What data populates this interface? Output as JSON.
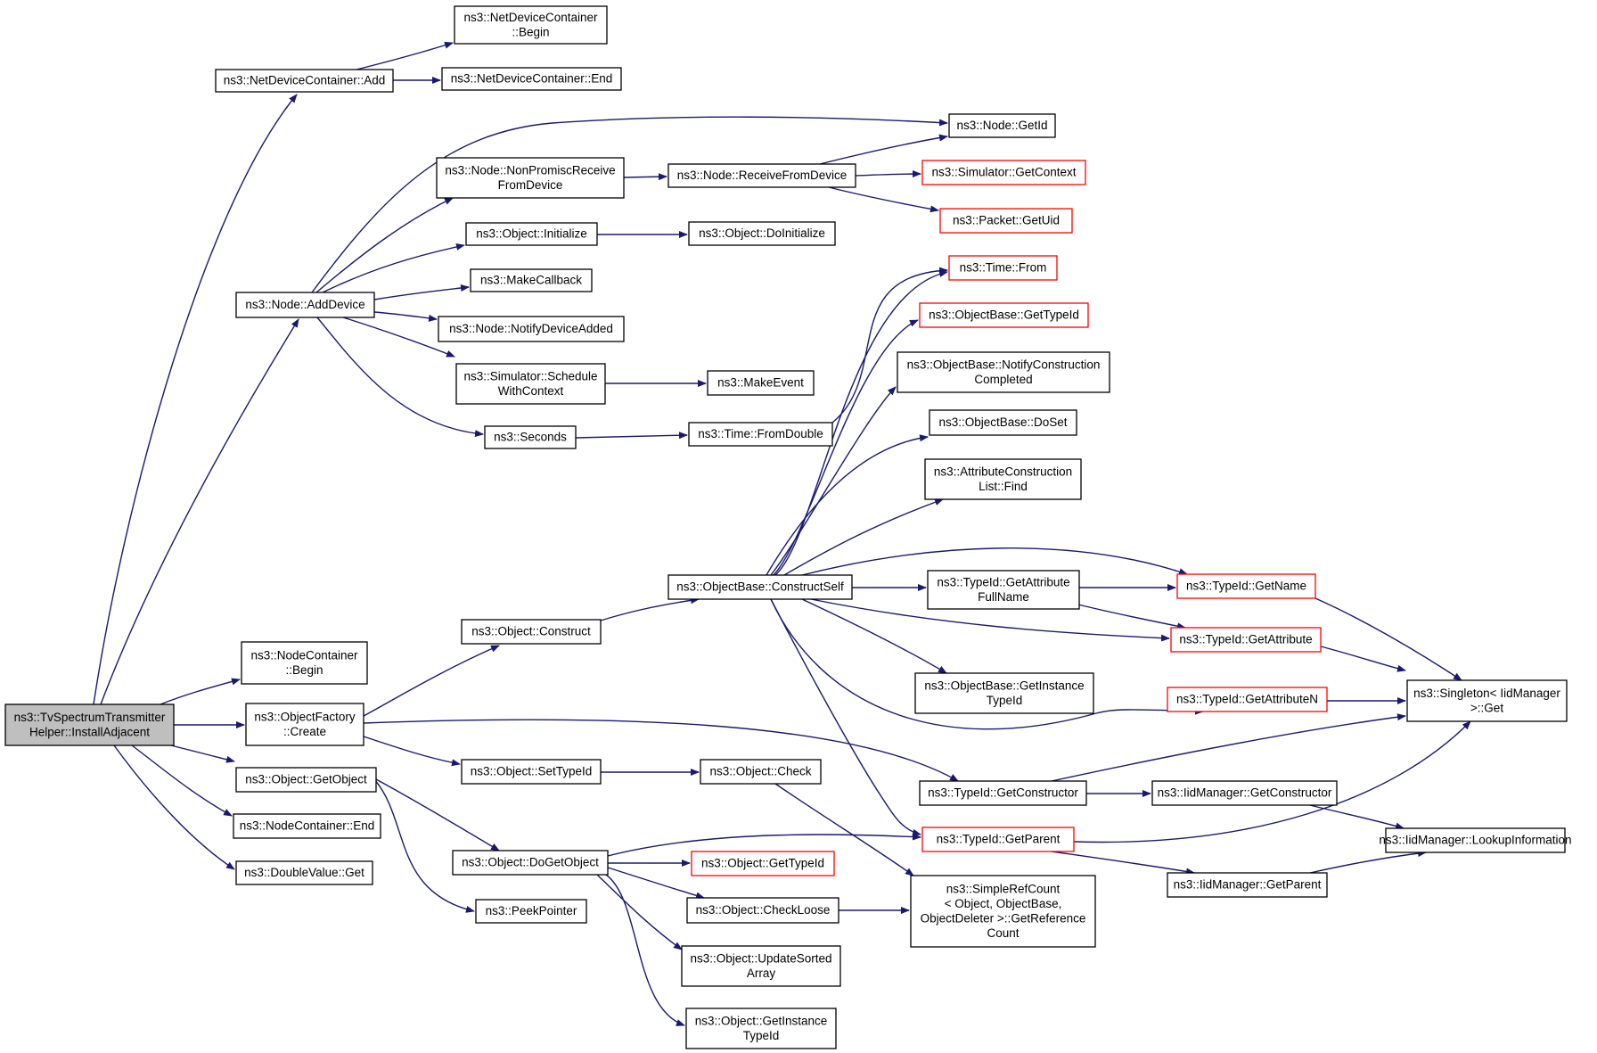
{
  "diagram": {
    "edge_color": "#191970",
    "node_border_color": "#000000",
    "truncated_node_border_color": "#ff0000",
    "root_fill_color": "#bfbfbf",
    "nodes": [
      {
        "id": "root",
        "lines": [
          "ns3::TvSpectrumTransmitter",
          "Helper::InstallAdjacent"
        ],
        "root": true
      },
      {
        "id": "ndcAdd",
        "lines": [
          "ns3::NetDeviceContainer::Add"
        ]
      },
      {
        "id": "ndcBegin",
        "lines": [
          "ns3::NetDeviceContainer",
          "::Begin"
        ]
      },
      {
        "id": "ndcEnd",
        "lines": [
          "ns3::NetDeviceContainer::End"
        ]
      },
      {
        "id": "nodeGetId",
        "lines": [
          "ns3::Node::GetId"
        ]
      },
      {
        "id": "nonPromisc",
        "lines": [
          "ns3::Node::NonPromiscReceive",
          "FromDevice"
        ]
      },
      {
        "id": "receiveFrom",
        "lines": [
          "ns3::Node::ReceiveFromDevice"
        ]
      },
      {
        "id": "simGetContext",
        "lines": [
          "ns3::Simulator::GetContext"
        ],
        "truncated": true
      },
      {
        "id": "packetGetUid",
        "lines": [
          "ns3::Packet::GetUid"
        ],
        "truncated": true
      },
      {
        "id": "objInitialize",
        "lines": [
          "ns3::Object::Initialize"
        ]
      },
      {
        "id": "objDoInitialize",
        "lines": [
          "ns3::Object::DoInitialize"
        ]
      },
      {
        "id": "makeCallback",
        "lines": [
          "ns3::MakeCallback"
        ]
      },
      {
        "id": "nodeAddDevice",
        "lines": [
          "ns3::Node::AddDevice"
        ]
      },
      {
        "id": "notifyDevAdded",
        "lines": [
          "ns3::Node::NotifyDeviceAdded"
        ]
      },
      {
        "id": "schedWithCtx",
        "lines": [
          "ns3::Simulator::Schedule",
          "WithContext"
        ]
      },
      {
        "id": "makeEvent",
        "lines": [
          "ns3::MakeEvent"
        ]
      },
      {
        "id": "seconds",
        "lines": [
          "ns3::Seconds"
        ]
      },
      {
        "id": "timeFromDouble",
        "lines": [
          "ns3::Time::FromDouble"
        ]
      },
      {
        "id": "timeFrom",
        "lines": [
          "ns3::Time::From"
        ],
        "truncated": true
      },
      {
        "id": "obGetTypeId",
        "lines": [
          "ns3::ObjectBase::GetTypeId"
        ],
        "truncated": true
      },
      {
        "id": "obNotify",
        "lines": [
          "ns3::ObjectBase::NotifyConstruction",
          "Completed"
        ]
      },
      {
        "id": "obDoSet",
        "lines": [
          "ns3::ObjectBase::DoSet"
        ]
      },
      {
        "id": "attrFind",
        "lines": [
          "ns3::AttributeConstruction",
          "List::Find"
        ]
      },
      {
        "id": "obConstructSelf",
        "lines": [
          "ns3::ObjectBase::ConstructSelf"
        ]
      },
      {
        "id": "tidGetAttrFull",
        "lines": [
          "ns3::TypeId::GetAttribute",
          "FullName"
        ]
      },
      {
        "id": "tidGetName",
        "lines": [
          "ns3::TypeId::GetName"
        ],
        "truncated": true
      },
      {
        "id": "tidGetAttr",
        "lines": [
          "ns3::TypeId::GetAttribute"
        ],
        "truncated": true
      },
      {
        "id": "ncBegin",
        "lines": [
          "ns3::NodeContainer",
          "::Begin"
        ]
      },
      {
        "id": "objConstruct",
        "lines": [
          "ns3::Object::Construct"
        ]
      },
      {
        "id": "obGetInstTid",
        "lines": [
          "ns3::ObjectBase::GetInstance",
          "TypeId"
        ]
      },
      {
        "id": "tidGetAttrN",
        "lines": [
          "ns3::TypeId::GetAttributeN"
        ],
        "truncated": true
      },
      {
        "id": "singletonGet",
        "lines": [
          "ns3::Singleton< IidManager",
          ">::Get"
        ]
      },
      {
        "id": "ofCreate",
        "lines": [
          "ns3::ObjectFactory",
          "::Create"
        ]
      },
      {
        "id": "objGetObject",
        "lines": [
          "ns3::Object::GetObject"
        ]
      },
      {
        "id": "objSetTypeId",
        "lines": [
          "ns3::Object::SetTypeId"
        ]
      },
      {
        "id": "objCheck",
        "lines": [
          "ns3::Object::Check"
        ]
      },
      {
        "id": "tidGetCtor",
        "lines": [
          "ns3::TypeId::GetConstructor"
        ]
      },
      {
        "id": "iidGetCtor",
        "lines": [
          "ns3::IidManager::GetConstructor"
        ]
      },
      {
        "id": "ncEnd",
        "lines": [
          "ns3::NodeContainer::End"
        ]
      },
      {
        "id": "tidGetParent",
        "lines": [
          "ns3::TypeId::GetParent"
        ],
        "truncated": true
      },
      {
        "id": "iidLookup",
        "lines": [
          "ns3::IidManager::LookupInformation"
        ]
      },
      {
        "id": "doubleGet",
        "lines": [
          "ns3::DoubleValue::Get"
        ]
      },
      {
        "id": "objDoGetObject",
        "lines": [
          "ns3::Object::DoGetObject"
        ]
      },
      {
        "id": "objGetTypeId",
        "lines": [
          "ns3::Object::GetTypeId"
        ],
        "truncated": true
      },
      {
        "id": "iidGetParent",
        "lines": [
          "ns3::IidManager::GetParent"
        ]
      },
      {
        "id": "simpleRefCount",
        "lines": [
          "ns3::SimpleRefCount",
          "< Object, ObjectBase,",
          "ObjectDeleter >::GetReference",
          "Count"
        ]
      },
      {
        "id": "peekPointer",
        "lines": [
          "ns3::PeekPointer"
        ]
      },
      {
        "id": "objCheckLoose",
        "lines": [
          "ns3::Object::CheckLoose"
        ]
      },
      {
        "id": "objUpdateSorted",
        "lines": [
          "ns3::Object::UpdateSorted",
          "Array"
        ]
      },
      {
        "id": "objGetInstTid",
        "lines": [
          "ns3::Object::GetInstance",
          "TypeId"
        ]
      }
    ],
    "edges": [
      {
        "from": "root",
        "to": "ndcAdd"
      },
      {
        "from": "root",
        "to": "nodeAddDevice"
      },
      {
        "from": "root",
        "to": "ncBegin"
      },
      {
        "from": "root",
        "to": "ofCreate"
      },
      {
        "from": "root",
        "to": "objGetObject"
      },
      {
        "from": "root",
        "to": "ncEnd"
      },
      {
        "from": "root",
        "to": "doubleGet"
      },
      {
        "from": "ndcAdd",
        "to": "ndcBegin"
      },
      {
        "from": "ndcAdd",
        "to": "ndcEnd"
      },
      {
        "from": "nodeAddDevice",
        "to": "nodeGetId"
      },
      {
        "from": "nodeAddDevice",
        "to": "nonPromisc"
      },
      {
        "from": "nodeAddDevice",
        "to": "objInitialize"
      },
      {
        "from": "nodeAddDevice",
        "to": "makeCallback"
      },
      {
        "from": "nodeAddDevice",
        "to": "notifyDevAdded"
      },
      {
        "from": "nodeAddDevice",
        "to": "schedWithCtx"
      },
      {
        "from": "nodeAddDevice",
        "to": "seconds"
      },
      {
        "from": "nonPromisc",
        "to": "receiveFrom"
      },
      {
        "from": "receiveFrom",
        "to": "nodeGetId"
      },
      {
        "from": "receiveFrom",
        "to": "simGetContext"
      },
      {
        "from": "receiveFrom",
        "to": "packetGetUid"
      },
      {
        "from": "objInitialize",
        "to": "objDoInitialize"
      },
      {
        "from": "schedWithCtx",
        "to": "makeEvent"
      },
      {
        "from": "seconds",
        "to": "timeFromDouble"
      },
      {
        "from": "timeFromDouble",
        "to": "timeFrom"
      },
      {
        "from": "ofCreate",
        "to": "objConstruct"
      },
      {
        "from": "ofCreate",
        "to": "objSetTypeId"
      },
      {
        "from": "ofCreate",
        "to": "tidGetCtor"
      },
      {
        "from": "objConstruct",
        "to": "obConstructSelf"
      },
      {
        "from": "obConstructSelf",
        "to": "timeFrom"
      },
      {
        "from": "obConstructSelf",
        "to": "obGetTypeId"
      },
      {
        "from": "obConstructSelf",
        "to": "obNotify"
      },
      {
        "from": "obConstructSelf",
        "to": "obDoSet"
      },
      {
        "from": "obConstructSelf",
        "to": "attrFind"
      },
      {
        "from": "obConstructSelf",
        "to": "tidGetName"
      },
      {
        "from": "obConstructSelf",
        "to": "tidGetAttrFull"
      },
      {
        "from": "obConstructSelf",
        "to": "tidGetAttr"
      },
      {
        "from": "obConstructSelf",
        "to": "obGetInstTid"
      },
      {
        "from": "obConstructSelf",
        "to": "tidGetAttrN"
      },
      {
        "from": "obConstructSelf",
        "to": "tidGetParent"
      },
      {
        "from": "tidGetAttrFull",
        "to": "tidGetName"
      },
      {
        "from": "tidGetAttrFull",
        "to": "tidGetAttr"
      },
      {
        "from": "tidGetName",
        "to": "singletonGet"
      },
      {
        "from": "tidGetAttr",
        "to": "singletonGet"
      },
      {
        "from": "tidGetAttrN",
        "to": "singletonGet"
      },
      {
        "from": "objSetTypeId",
        "to": "objCheck"
      },
      {
        "from": "objCheck",
        "to": "simpleRefCount"
      },
      {
        "from": "tidGetCtor",
        "to": "singletonGet"
      },
      {
        "from": "tidGetCtor",
        "to": "iidGetCtor"
      },
      {
        "from": "iidGetCtor",
        "to": "iidLookup"
      },
      {
        "from": "objGetObject",
        "to": "objDoGetObject"
      },
      {
        "from": "objGetObject",
        "to": "peekPointer"
      },
      {
        "from": "objDoGetObject",
        "to": "tidGetParent"
      },
      {
        "from": "objDoGetObject",
        "to": "objGetTypeId"
      },
      {
        "from": "objDoGetObject",
        "to": "objCheckLoose"
      },
      {
        "from": "objDoGetObject",
        "to": "objUpdateSorted"
      },
      {
        "from": "objDoGetObject",
        "to": "objGetInstTid"
      },
      {
        "from": "objCheckLoose",
        "to": "simpleRefCount"
      },
      {
        "from": "tidGetParent",
        "to": "singletonGet"
      },
      {
        "from": "tidGetParent",
        "to": "iidGetParent"
      },
      {
        "from": "iidGetParent",
        "to": "iidLookup"
      }
    ]
  }
}
